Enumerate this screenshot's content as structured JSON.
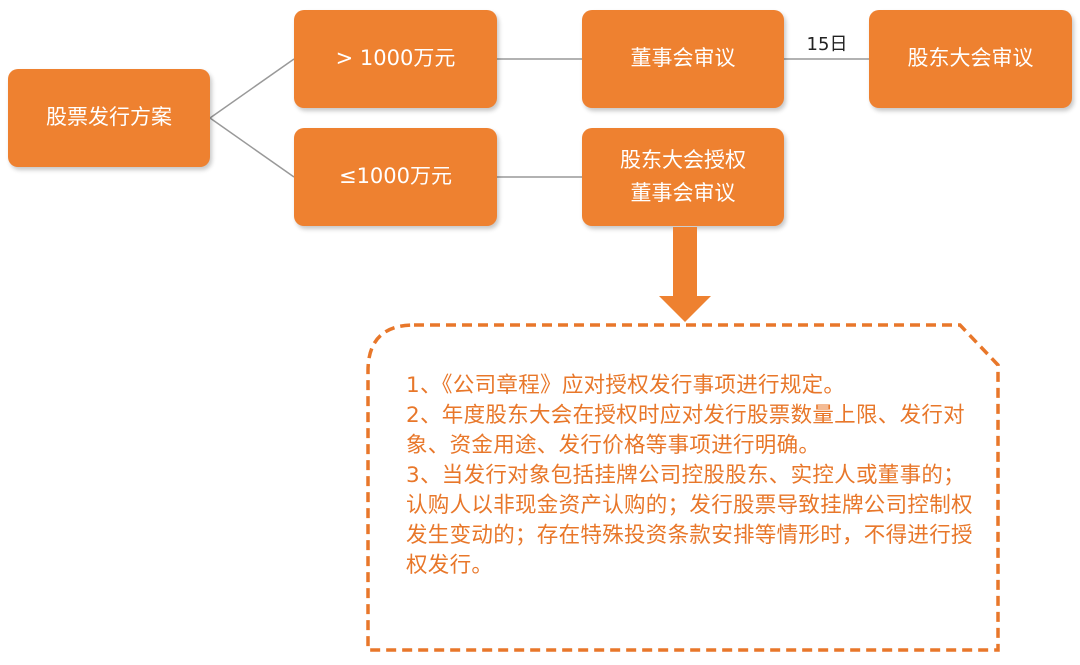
{
  "nodes": {
    "plan": "股票发行方案",
    "over": "> 1000万元",
    "under": "≤1000万元",
    "board_review": "董事会审议",
    "shareholder_review": "股东大会审议",
    "authorization_line1": "股东大会授权",
    "authorization_line2": "董事会审议"
  },
  "edge_label": "15日",
  "note": {
    "items": [
      "1、《公司章程》应对授权发行事项进行规定。",
      "2、年度股东大会在授权时应对发行股票数量上限、发行对象、资金用途、发行价格等事项进行明确。",
      "3、当发行对象包括挂牌公司控股股东、实控人或董事的；认购人以非现金资产认购的；发行股票导致挂牌公司控制权发生变动的；存在特殊投资条款安排等情形时，不得进行授权发行。"
    ]
  },
  "colors": {
    "box_fill": "#ee8130",
    "box_text": "#ffffff",
    "line": "#999999",
    "note_border": "#e8772a",
    "note_text": "#e8772a"
  }
}
